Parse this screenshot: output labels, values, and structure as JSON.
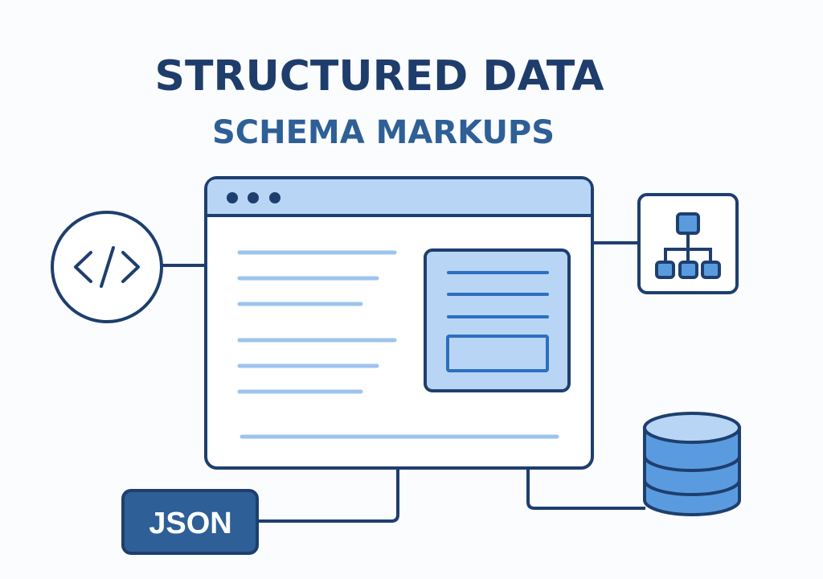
{
  "header": {
    "title": "STRUCTURED DATA",
    "subtitle": "SCHEMA MARKUPS"
  },
  "badges": {
    "json_label": "JSON"
  },
  "icons": [
    "code-icon",
    "hierarchy-icon",
    "database-icon",
    "browser-window"
  ],
  "colors": {
    "navy": "#1e3f6e",
    "title": "#1f3d6b",
    "subtitle": "#2e5f96",
    "light_blue": "#b8d5f5",
    "mid_blue": "#5a9be0",
    "text_line": "#9dc4ee",
    "accent_line": "#2c6fbf"
  }
}
